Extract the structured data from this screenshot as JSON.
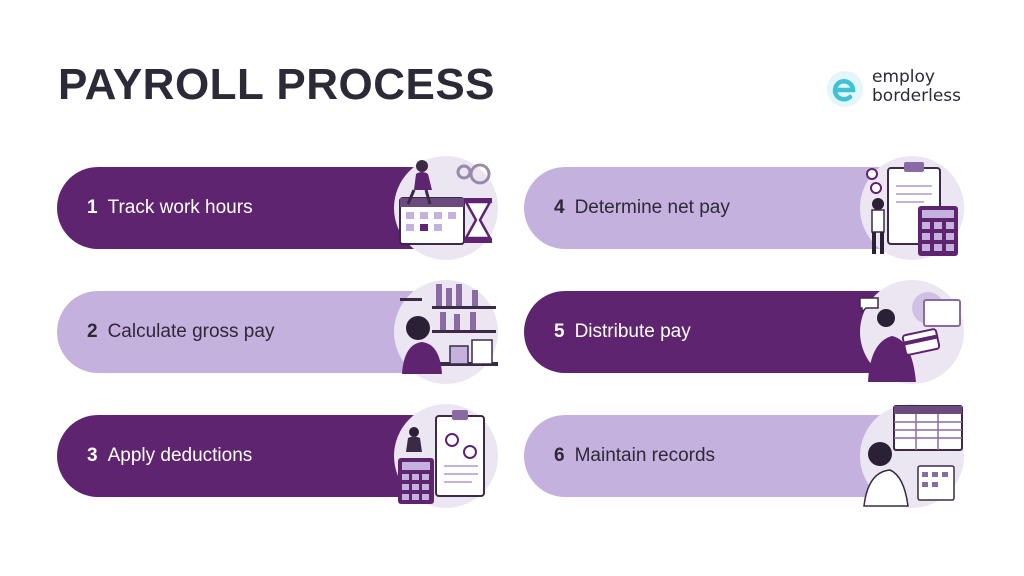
{
  "title": "PAYROLL PROCESS",
  "brand": {
    "line1": "employ",
    "line2": "borderless",
    "accent_color": "#3fc2d6"
  },
  "colors": {
    "dark": "#5f2470",
    "light": "#c5b1dd",
    "text_dark": "#2b2a36"
  },
  "steps": [
    {
      "number": "1",
      "label": "Track work hours",
      "style": "dark",
      "illustration": "calendar-hourglass-icon"
    },
    {
      "number": "2",
      "label": "Calculate gross pay",
      "style": "light",
      "illustration": "desk-worker-icon"
    },
    {
      "number": "3",
      "label": "Apply deductions",
      "style": "dark",
      "illustration": "calculator-clipboard-icon"
    },
    {
      "number": "4",
      "label": "Determine net pay",
      "style": "light",
      "illustration": "clipboard-calculator-icon"
    },
    {
      "number": "5",
      "label": "Distribute pay",
      "style": "dark",
      "illustration": "card-payment-icon"
    },
    {
      "number": "6",
      "label": "Maintain records",
      "style": "light",
      "illustration": "records-spreadsheet-icon"
    }
  ]
}
